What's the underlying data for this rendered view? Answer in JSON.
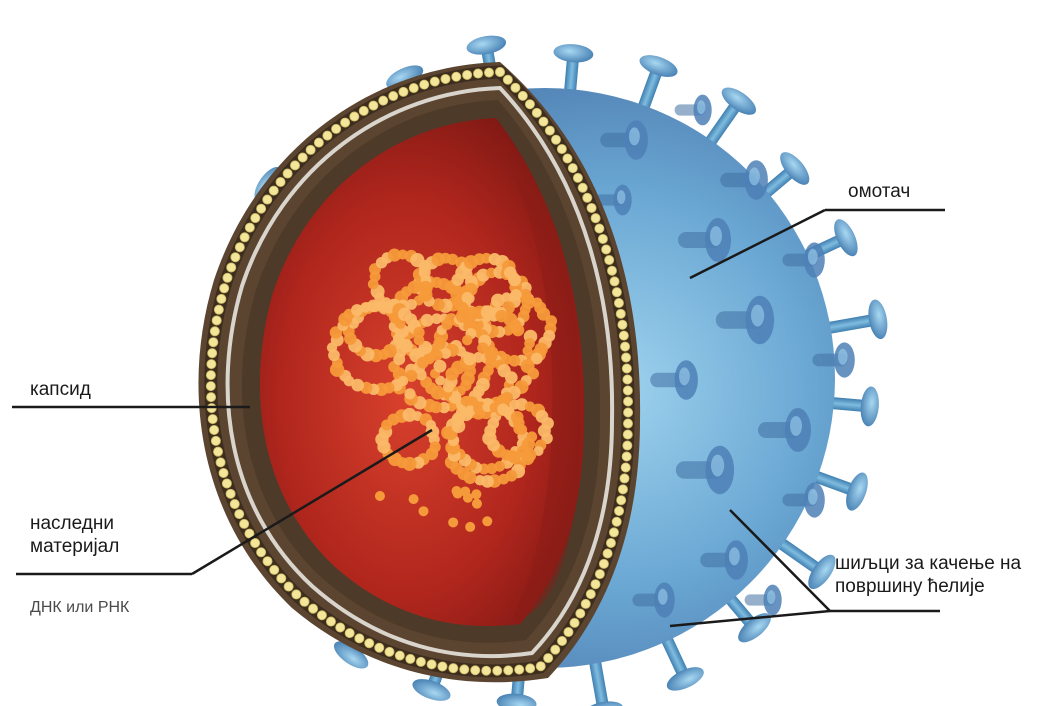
{
  "labels": {
    "envelope": "омотач",
    "capsid": "капсид",
    "genetic_material": [
      "наследни",
      "материјал"
    ],
    "nucleic_acid": "ДНК или РНК",
    "spikes": [
      "шиљци за качење на",
      "површину ћелије"
    ]
  },
  "colors": {
    "envelope_light": "#8ec9e6",
    "envelope_dark": "#4a7fb2",
    "spike": "#5a9cc8",
    "capsid_brown": "#5b4530",
    "bead_yellow": "#f3e69a",
    "interior_red": "#a8231c",
    "genome_orange": "#f59a3a",
    "leader_line": "#1a1a1a"
  }
}
